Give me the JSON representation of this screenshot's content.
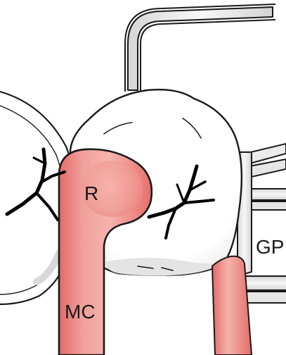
{
  "labels": {
    "r": "R",
    "mc": "MC",
    "gp": "GP"
  },
  "colors": {
    "outline": "#1a1a1a",
    "body_fill": "#ffffff",
    "shade": "#e9e9e9",
    "tube_fill": "#ececec",
    "pink_center": "#f4a9a3",
    "pink_edge": "#e66e6c",
    "branch": "#000000"
  },
  "icons": {
    "left_branch": "vessel-branch-icon",
    "right_branch": "vessel-branch-icon"
  }
}
